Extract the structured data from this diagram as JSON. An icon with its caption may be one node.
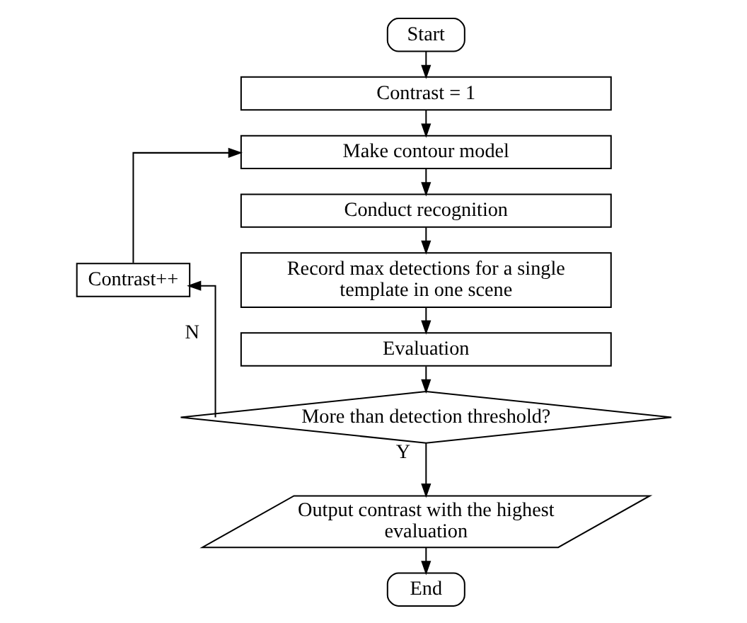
{
  "diagram": {
    "nodes": [
      {
        "text": [
          "Start"
        ]
      },
      {
        "text": [
          "Contrast = 1"
        ]
      },
      {
        "text": [
          "Make contour model"
        ]
      },
      {
        "text": [
          "Conduct recognition"
        ]
      },
      {
        "text": [
          "Record max detections for a single template in one scene"
        ]
      },
      {
        "text": [
          "Evaluation"
        ]
      },
      {
        "text": [
          "More than detection threshold?"
        ]
      },
      {
        "text": [
          "Output contrast with the highest evaluation"
        ]
      },
      {
        "text": [
          "End"
        ]
      },
      {
        "text": [
          "Contrast++"
        ]
      }
    ],
    "edges": [
      {
        "from": 0,
        "to": 1,
        "arrow": "to"
      },
      {
        "from": 1,
        "to": 2,
        "arrow": "to"
      },
      {
        "from": 2,
        "to": 3,
        "arrow": "to"
      },
      {
        "from": 3,
        "to": 4,
        "arrow": "to"
      },
      {
        "from": 4,
        "to": 5,
        "arrow": "to"
      },
      {
        "from": 5,
        "to": 6,
        "arrow": "to"
      },
      {
        "from": 6,
        "to": 7,
        "label": "Y",
        "arrow": "to"
      },
      {
        "from": 6,
        "to": 9,
        "label": "N",
        "arrow": "to"
      },
      {
        "from": 9,
        "to": 2,
        "arrow": "to"
      },
      {
        "from": 7,
        "to": 8,
        "arrow": "to"
      }
    ]
  }
}
